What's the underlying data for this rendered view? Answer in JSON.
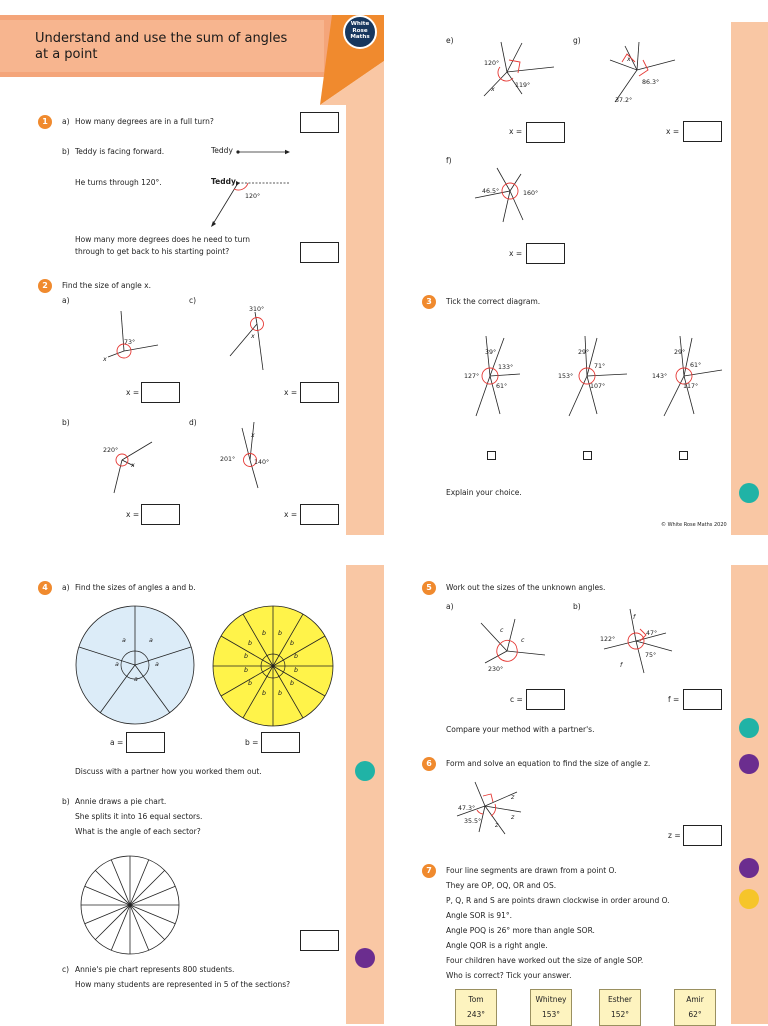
{
  "header": {
    "title_line1": "Understand and use the sum of angles",
    "title_line2": "at a point",
    "logo_line1": "White",
    "logo_line2": "Rose",
    "logo_line3": "Maths"
  },
  "q1": {
    "number": "1",
    "a_label": "a)",
    "a_text": "How many degrees are in a full turn?",
    "b_label": "b)",
    "b_text1": "Teddy is facing forward.",
    "b_teddy": "Teddy",
    "b_text2": "He turns through 120°.",
    "b_teddy2": "Teddy",
    "b_angle": "120°",
    "b_text3": "How many more degrees does he need to turn",
    "b_text4": "through to get back to his starting point?"
  },
  "q2": {
    "number": "2",
    "intro": "Find the size of angle x.",
    "a_label": "a)",
    "a_angle": "73°",
    "b_label": "b)",
    "b_angle": "220°",
    "c_label": "c)",
    "c_angle": "310°",
    "d_label": "d)",
    "d_angle1": "201°",
    "d_angle2": "140°",
    "x": "x",
    "answer_label": "x ="
  },
  "q2_cont": {
    "e_label": "e)",
    "e_angle1": "120°",
    "e_angle2": "119°",
    "f_label": "f)",
    "f_angle1": "46.5°",
    "f_angle2": "160°",
    "g_label": "g)",
    "g_angle1": "86.3°",
    "g_angle2": "37.2°"
  },
  "q3": {
    "number": "3",
    "intro": "Tick the correct diagram.",
    "d1": [
      "39°",
      "133°",
      "127°",
      "61°"
    ],
    "d2": [
      "29°",
      "71°",
      "153°",
      "107°"
    ],
    "d3": [
      "29°",
      "61°",
      "143°",
      "117°"
    ],
    "explain": "Explain your choice.",
    "copyright": "© White Rose Maths 2020"
  },
  "q4": {
    "number": "4",
    "a_label": "a)",
    "a_text": "Find the sizes of angles a and b.",
    "a_var": "a",
    "b_var": "b",
    "a_answer": "a =",
    "b_answer": "b =",
    "discuss": "Discuss with a partner how you worked them out.",
    "b_label": "b)",
    "b_text1": "Annie draws a pie chart.",
    "b_text2": "She splits it into 16 equal sectors.",
    "b_text3": "What is the angle of each sector?",
    "c_label": "c)",
    "c_text1": "Annie's pie chart represents 800 students.",
    "c_text2": "How many students are represented in 5 of the sections?"
  },
  "q5": {
    "number": "5",
    "intro": "Work out the sizes of the unknown angles.",
    "a_label": "a)",
    "a_var": "c",
    "a_angle": "230°",
    "a_answer": "c =",
    "b_label": "b)",
    "b_var": "f",
    "b_angle1": "122°",
    "b_angle2": "47°",
    "b_angle3": "75°",
    "b_answer": "f =",
    "compare": "Compare your method with a partner's."
  },
  "q6": {
    "number": "6",
    "intro": "Form and solve an equation to find the size of angle z.",
    "angle1": "47.3°",
    "angle2": "35.5°",
    "var": "z",
    "answer": "z ="
  },
  "q7": {
    "number": "7",
    "lines": [
      "Four line segments are drawn from a point O.",
      "They are OP, OQ, OR and OS.",
      "P, Q, R and S are points drawn clockwise in order around O.",
      "Angle SOR is 91°.",
      "Angle POQ is 26° more than angle SOR.",
      "Angle QOR is a right angle.",
      "Four children have worked out the size of angle SOP.",
      "Who is correct? Tick your answer."
    ],
    "children": [
      {
        "name": "Tom",
        "value": "243°"
      },
      {
        "name": "Whitney",
        "value": "153°"
      },
      {
        "name": "Esther",
        "value": "152°"
      },
      {
        "name": "Amir",
        "value": "62°"
      }
    ]
  },
  "colors": {
    "orange": "#f08a2e",
    "peach": "#f9c7a4",
    "blue_circle": "#dcecf8",
    "yellow_circle": "#fff34a",
    "teal_bubble": "#20b3a6",
    "purple_bubble": "#6b2d8f",
    "card": "#fdf3bf"
  }
}
